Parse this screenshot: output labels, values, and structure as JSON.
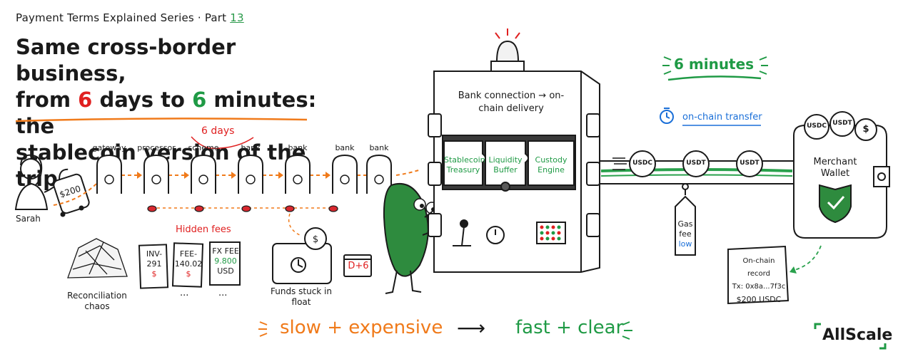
{
  "header": {
    "series_prefix": "Payment Terms Explained Series · Part",
    "part_number": "13",
    "headline_line1": "Same cross-border business,",
    "headline_line2_a": "from",
    "headline_line2_num1": "6",
    "headline_line2_b": "days to",
    "headline_line2_num2": "6",
    "headline_line2_c": "minutes: the",
    "headline_line3": "stablecoin version of the trip"
  },
  "legacy_route": {
    "sender": "Sarah",
    "amount": "$200",
    "days_label": "6 days",
    "stations": [
      "gateway",
      "processor",
      "scheme",
      "bank",
      "bank",
      "bank",
      "bank"
    ],
    "hidden_fees_label": "Hidden fees",
    "reconciliation_label": "Reconciliation chaos",
    "invoices": [
      {
        "line1": "INV-",
        "line2": "291",
        "line3": "$"
      },
      {
        "line1": "FEE-",
        "line2": "140.02",
        "line3": "$"
      },
      {
        "line1": "FX FEE",
        "line2": "9.800",
        "line3": "USD"
      }
    ],
    "ellipsis": "...",
    "float_label": "Funds stuck in float",
    "calendar_label": "D+6"
  },
  "machine": {
    "title": "Bank connection → on-chain delivery",
    "modules": [
      "Stablecoin Treasury",
      "Liquidity Buffer",
      "Custody Engine"
    ]
  },
  "onchain": {
    "time_label": "6 minutes",
    "transfer_label": "on-chain transfer",
    "coins": [
      "USDC",
      "USDT",
      "USDT"
    ],
    "gas_label_1": "Gas",
    "gas_label_2": "fee",
    "gas_label_3": "low",
    "wallet_title_1": "Merchant",
    "wallet_title_2": "Wallet",
    "wallet_coins": [
      "USDC",
      "USDT",
      "$"
    ],
    "record_title": "On-chain record",
    "record_tx": "Tx: 0x8a...7f3c",
    "record_amount": "$200 USDC"
  },
  "footer": {
    "slow_label": "slow + expensive",
    "arrow": "⟶",
    "fast_label": "fast + clear",
    "brand": "AllScale"
  },
  "colors": {
    "accent_red": "#e02020",
    "accent_green": "#1f9a45",
    "accent_orange": "#f07a1a",
    "accent_blue": "#1a6fd8"
  }
}
